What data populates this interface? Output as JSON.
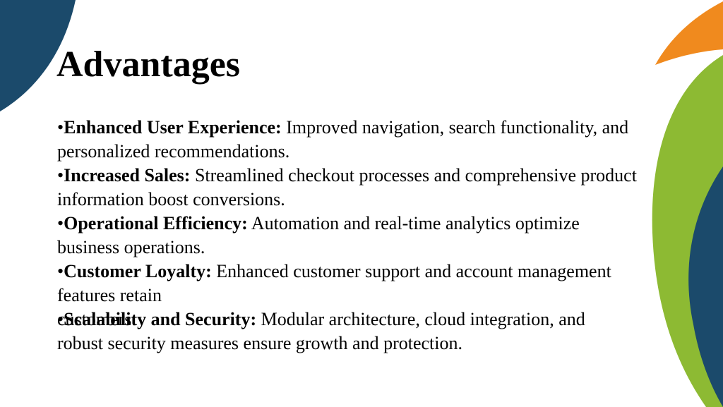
{
  "slide": {
    "title": "Advantages",
    "bullet_marker": "•",
    "bullets": [
      {
        "lead": "Enhanced User Experience:",
        "body": " Improved navigation, search functionality, and personalized recommendations."
      },
      {
        "lead": "Increased Sales:",
        "body": " Streamlined checkout processes and comprehensive product information boost conversions."
      },
      {
        "lead": "Operational Efficiency:",
        "body": " Automation and real-time analytics optimize business operations."
      },
      {
        "lead": "Customer Loyalty:",
        "body": " Enhanced customer support and account management features retain"
      }
    ],
    "overlap_line": {
      "hidden_text": "customers.",
      "lead": "Scalability and Security:",
      "body": " Modular architecture, cloud integration, and"
    },
    "last_line": "robust security measures ensure growth and protection."
  },
  "colors": {
    "navy": "#1b4a6b",
    "orange": "#f08a1e",
    "green": "#8dba33",
    "text": "#000000"
  }
}
